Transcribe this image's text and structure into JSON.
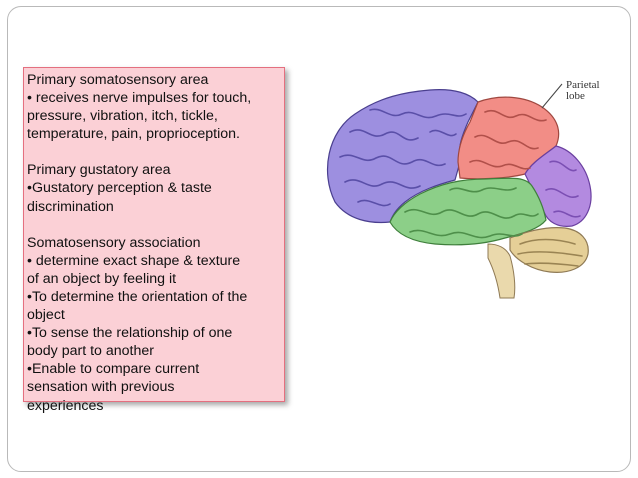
{
  "slide": {
    "text_lines": [
      "Primary somatosensory area",
      "• receives nerve impulses for touch,",
      "pressure, vibration, itch, tickle,",
      "temperature, pain, proprioception.",
      "",
      "Primary gustatory area",
      "•Gustatory perception & taste",
      "discrimination",
      "",
      "Somatosensory association",
      "• determine exact shape & texture",
      "of an object by feeling it",
      "•To determine the orientation of the",
      "object",
      "•To sense the relationship of one",
      "body part to another",
      "•Enable to compare current",
      "sensation with previous",
      "experiences"
    ]
  },
  "figure": {
    "label_line1": "Parietal",
    "label_line2": "lobe",
    "colors": {
      "frontal": "#9d8fe0",
      "parietal": "#f28d86",
      "temporal": "#8ccf88",
      "occipital": "#b38ae0",
      "cerebellum": "#e5cf97",
      "panel_fill": "#fbd0d6",
      "panel_border": "#e46f7f"
    }
  }
}
